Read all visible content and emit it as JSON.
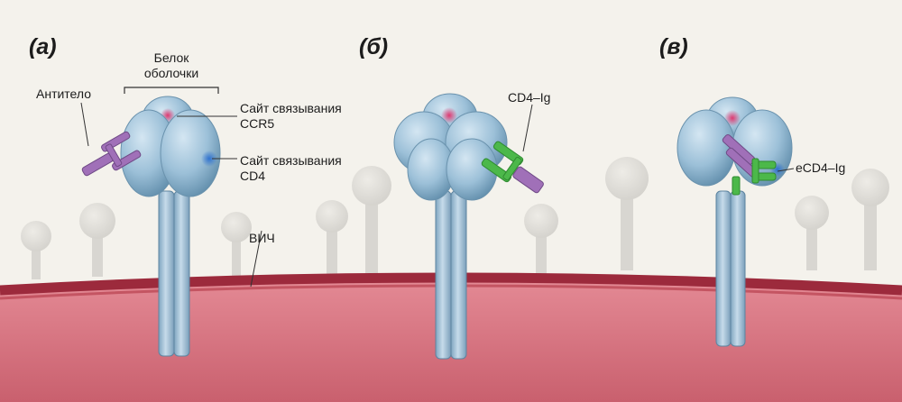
{
  "panels": [
    {
      "letter": "(а)",
      "envelope_protein_label": "Белок\nоболочки",
      "antibody_label": "Антитело",
      "ccr5_site_label": "Сайт связывания\nCCR5",
      "cd4_site_label": "Сайт связывания\nCD4",
      "hiv_label": "ВИЧ"
    },
    {
      "letter": "(б)",
      "cd4ig_label": "CD4–Ig"
    },
    {
      "letter": "(в)",
      "ecd4ig_label": "eCD4–Ig"
    }
  ],
  "colors": {
    "background": "#f4f2ec",
    "membrane": "#9c2a3c",
    "cell_interior": "#d97a86",
    "envelope_protein": "#9cc0d8",
    "ccr5_site": "#e0306a",
    "cd4_site": "#2a6fd0",
    "antibody": "#a070b8",
    "cd4_ig": "#4cb84a"
  }
}
